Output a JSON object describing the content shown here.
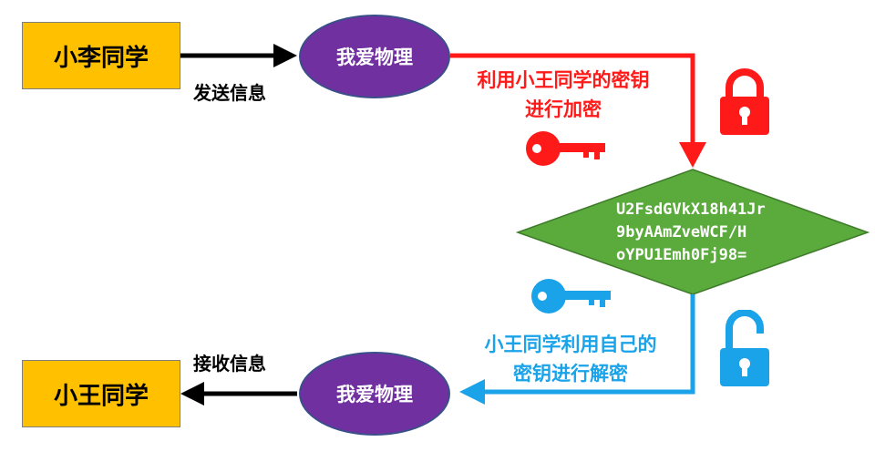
{
  "sender": {
    "name": "小李同学",
    "action": "发送信息",
    "message": "我爱物理"
  },
  "encrypt": {
    "line1": "利用小王同学的密钥",
    "line2": "进行加密",
    "color": "#ff1a1a"
  },
  "ciphertext": {
    "line1": "U2FsdGVkX18h41Jr",
    "line2": "9byAAmZveWCF/H",
    "line3": "oYPU1Emh0Fj98=",
    "color": "#5aaa3c"
  },
  "decrypt": {
    "line1": "小王同学利用自己的",
    "line2": "密钥进行解密",
    "color": "#1aa3e8"
  },
  "receiver": {
    "name": "小王同学",
    "action": "接收信息",
    "message": "我爱物理"
  },
  "icons": {
    "encrypt_key": "key-icon",
    "encrypt_lock": "lock-closed-icon",
    "decrypt_key": "key-icon",
    "decrypt_lock": "lock-open-icon"
  }
}
